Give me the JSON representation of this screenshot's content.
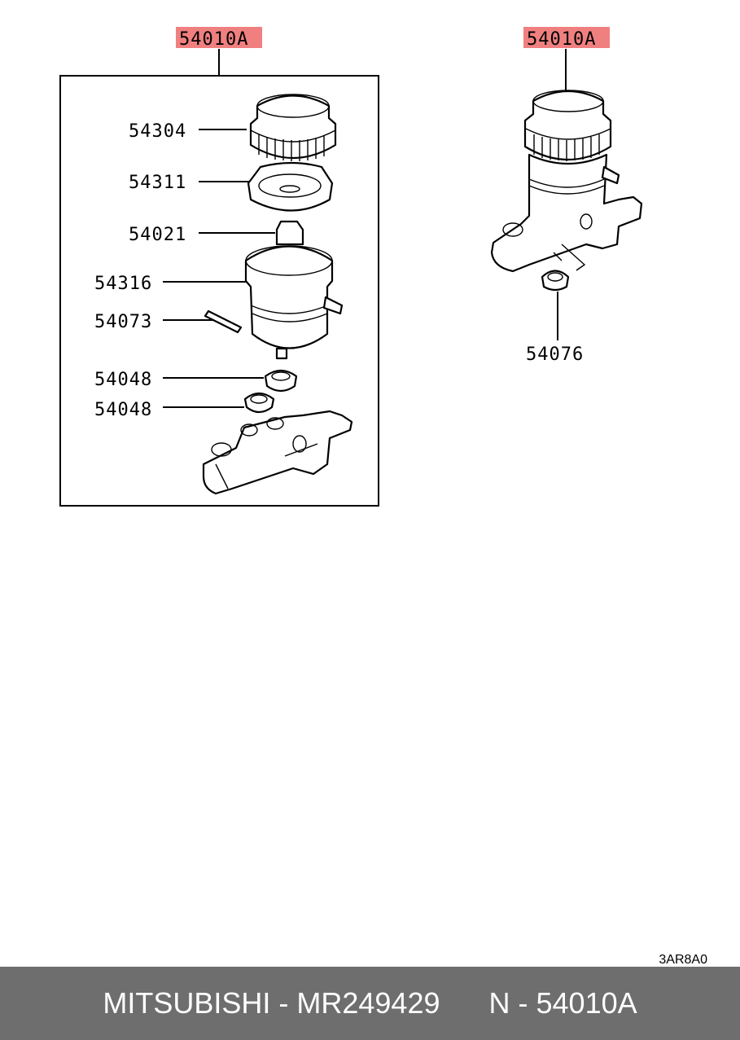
{
  "main_part_label": "54010A",
  "main_part_label_right": "54010A",
  "left_callouts": [
    "54304",
    "54311",
    "54021",
    "54316",
    "54073",
    "54048",
    "54048"
  ],
  "right_callout": "54076",
  "diagram_code": "3AR8A0",
  "footer": {
    "brand": "MITSUBISHI",
    "part_number": "MR249429",
    "ref": "N - 54010A"
  },
  "colors": {
    "highlight": "#f08080",
    "footer_bg": "#6e6e6e",
    "footer_text": "#ffffff"
  }
}
